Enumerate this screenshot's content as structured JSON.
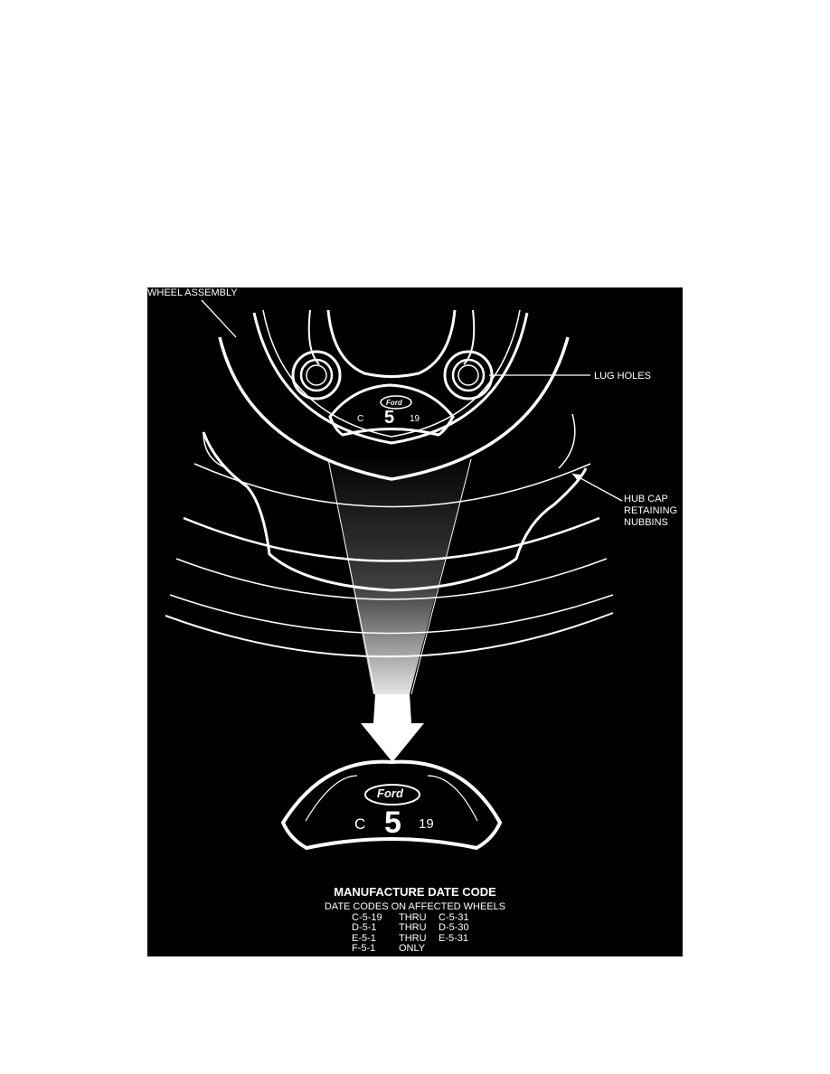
{
  "labels": {
    "wheel_assembly": "WHEEL ASSEMBLY",
    "lug_holes": "LUG HOLES",
    "hub_cap_line1": "HUB CAP",
    "hub_cap_line2": "RETAINING",
    "hub_cap_line3": "NUBBINS"
  },
  "stamp_small": {
    "logo": "Ford",
    "letter": "C",
    "digit": "5",
    "day": "19"
  },
  "stamp_large": {
    "logo": "Ford",
    "letter": "C",
    "digit": "5",
    "day": "19"
  },
  "title": "MANUFACTURE DATE CODE",
  "codes_header": "DATE CODES ON AFFECTED WHEELS",
  "codes": [
    {
      "start": "C-5-19",
      "op": "THRU",
      "end": "C-5-31"
    },
    {
      "start": "D-5-1",
      "op": "THRU",
      "end": "D-5-30"
    },
    {
      "start": "E-5-1",
      "op": "THRU",
      "end": "E-5-31"
    },
    {
      "start": "F-5-1",
      "op": "ONLY",
      "end": ""
    }
  ],
  "colors": {
    "background": "#000000",
    "ink": "#ffffff",
    "page": "#ffffff"
  }
}
